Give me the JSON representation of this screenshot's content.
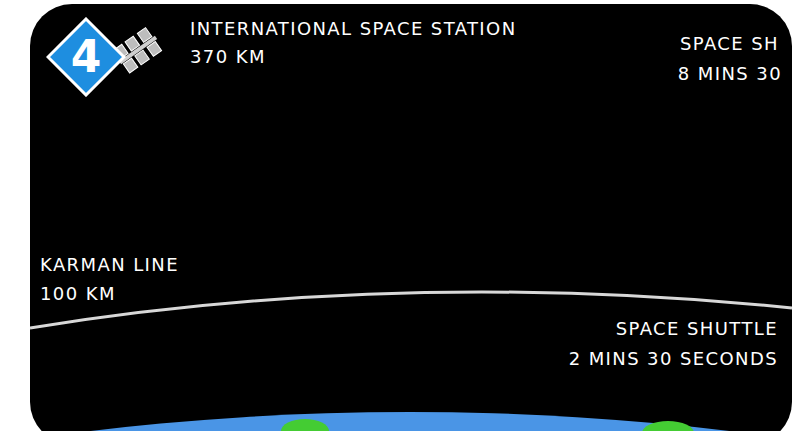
{
  "diagram": {
    "nodes": [
      {
        "text": [
          "4"
        ]
      }
    ],
    "labels": [
      "INTERNATIONAL SPACE STATION",
      "370 KM",
      "SPACE SH",
      "8 MINS 30",
      "KARMAN LINE",
      "100 KM",
      "SPACE SHUTTLE",
      "2 MINS 30 SECONDS"
    ]
  }
}
